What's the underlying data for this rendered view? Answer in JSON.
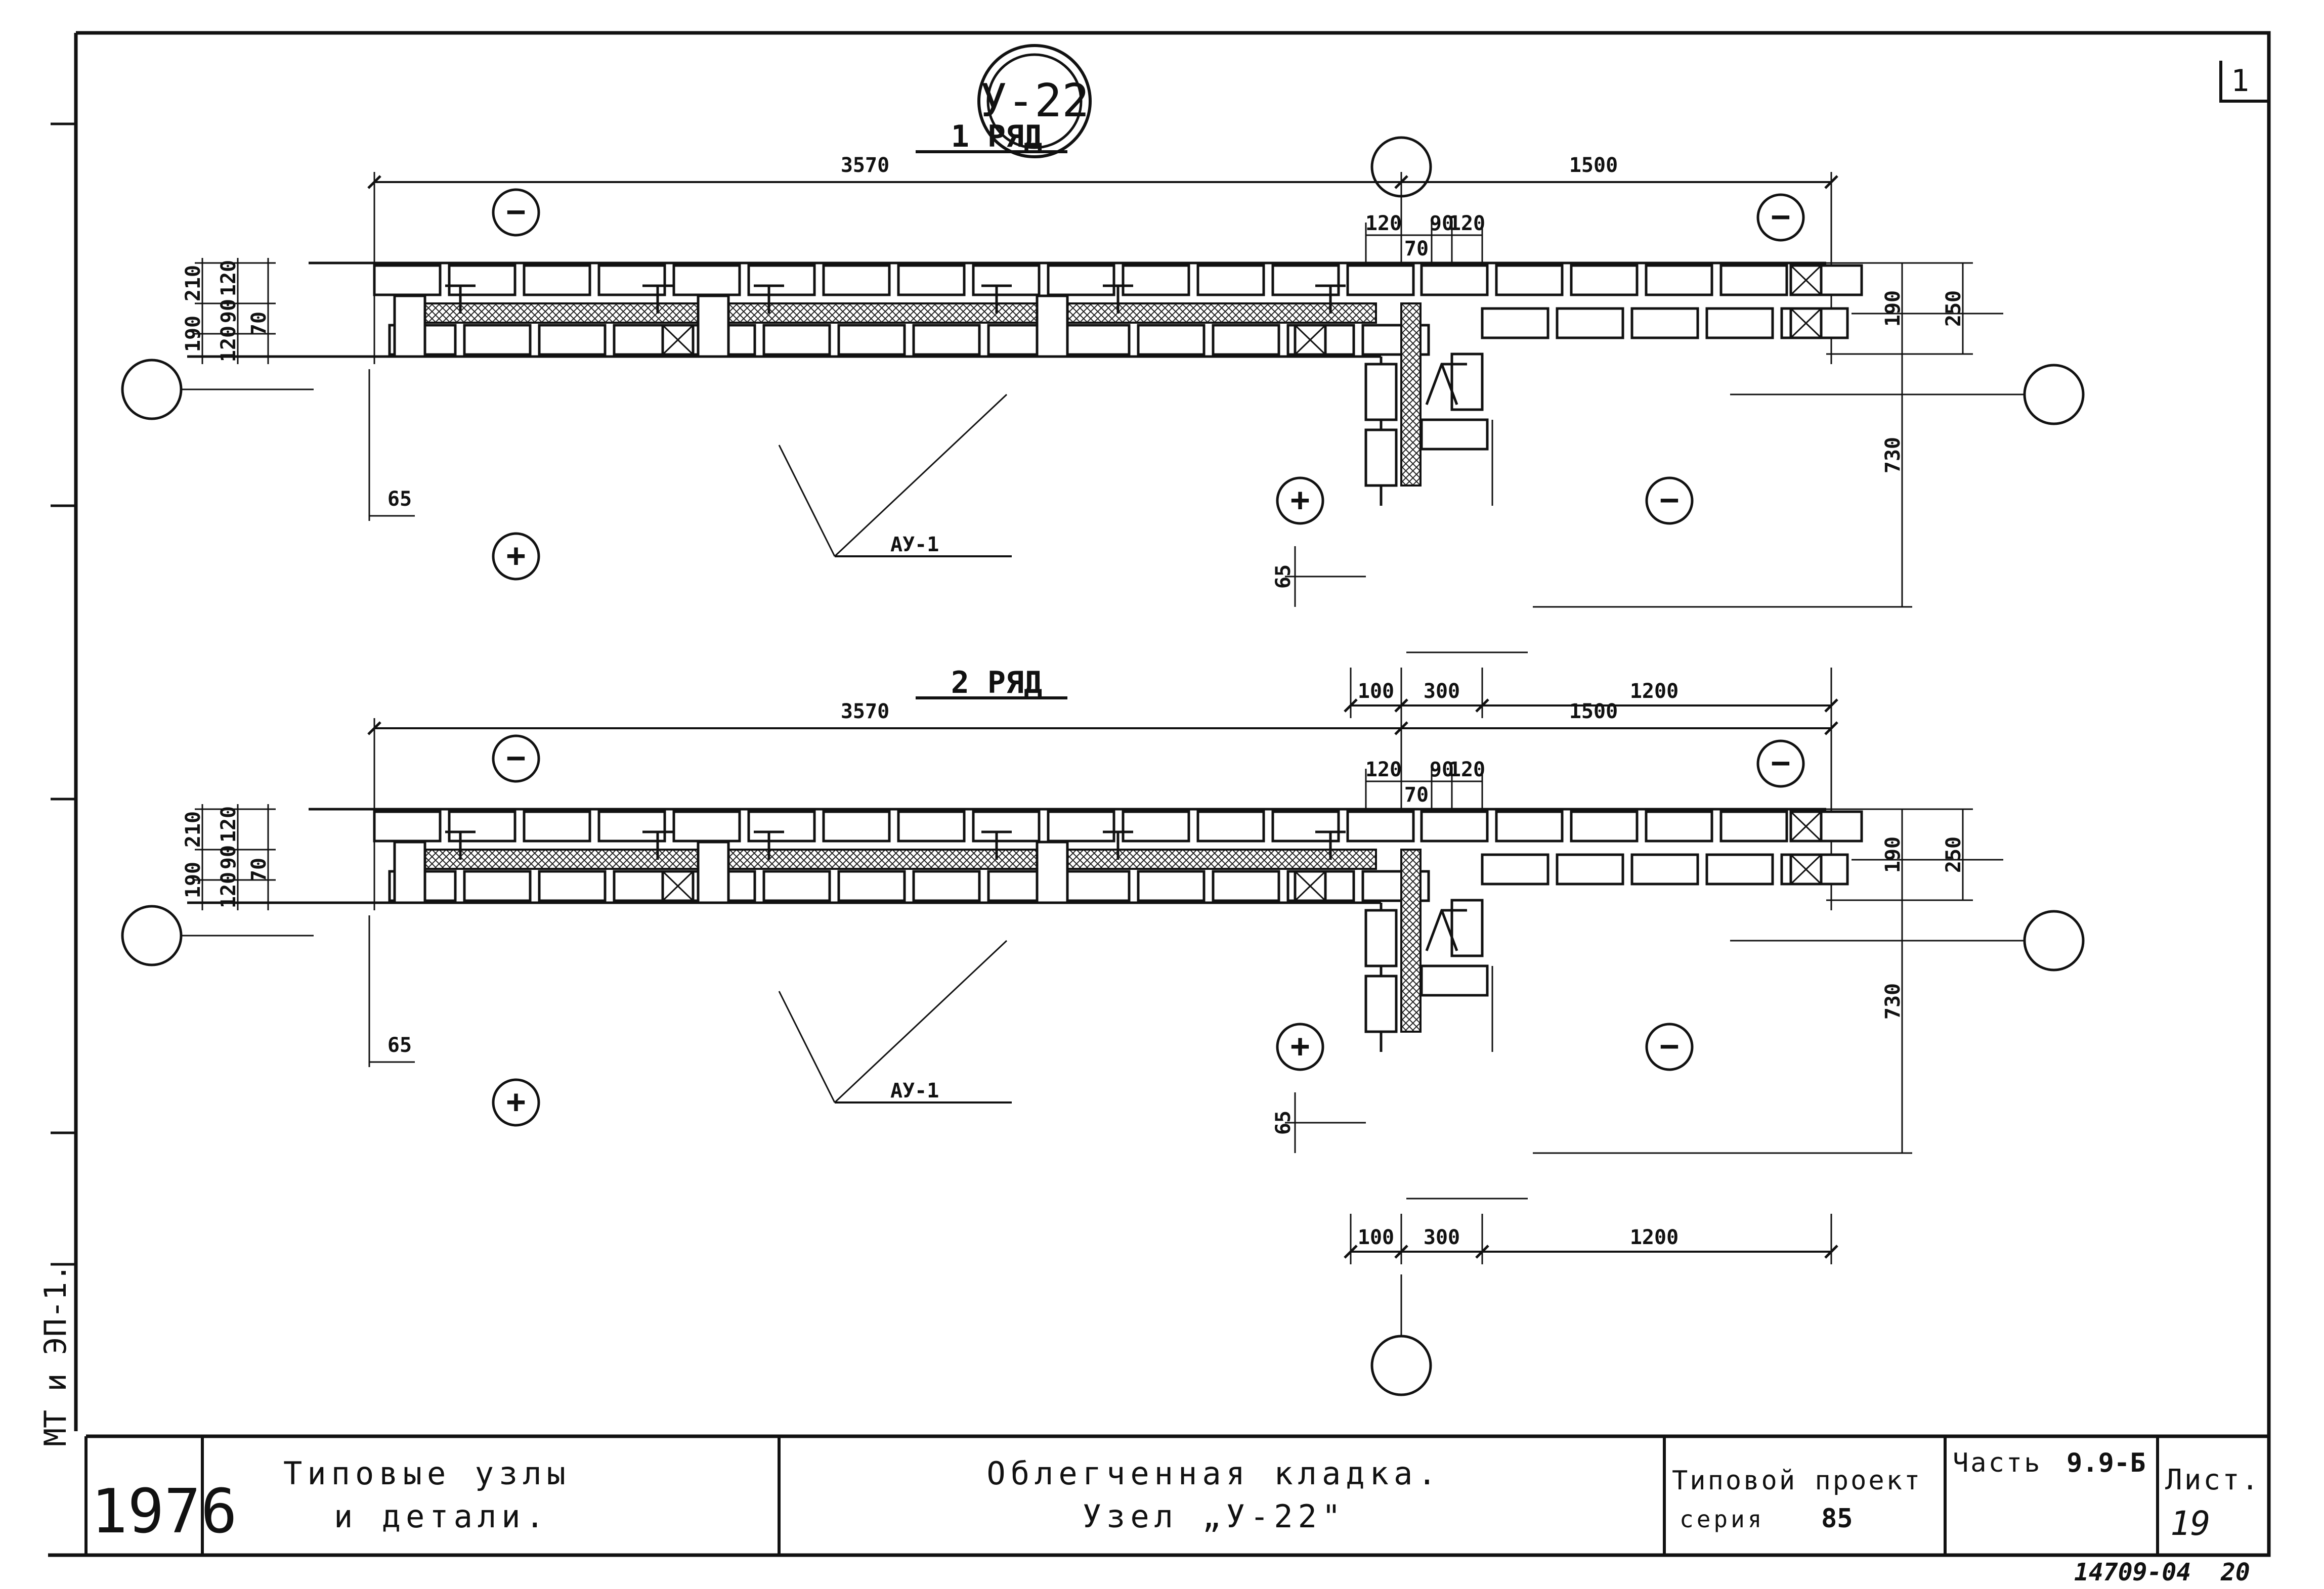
{
  "sheet_corner_mark": "1",
  "node_badge": "У-22",
  "rows": [
    {
      "title": "1 РЯД",
      "dims_top": [
        "3570",
        "1500"
      ],
      "dims_corner": [
        "120",
        "90",
        "120",
        "70"
      ],
      "dims_left": [
        "210",
        "190",
        "120",
        "90",
        "120",
        "70"
      ],
      "dims_right": [
        "190",
        "250",
        "730"
      ],
      "dims_bottom": [
        "100",
        "300",
        "1200"
      ],
      "dim_65_left": "65",
      "dim_65_corner": "65",
      "callout": "АУ-1",
      "signs": [
        "−",
        "−",
        "+",
        "+",
        "−"
      ]
    },
    {
      "title": "2 РЯД",
      "dims_top": [
        "3570",
        "1500"
      ],
      "dims_corner": [
        "120",
        "90",
        "120",
        "70"
      ],
      "dims_left": [
        "210",
        "190",
        "120",
        "90",
        "120",
        "70"
      ],
      "dims_right": [
        "190",
        "250",
        "730"
      ],
      "dims_bottom": [
        "100",
        "300",
        "1200"
      ],
      "dim_65_left": "65",
      "dim_65_corner": "65",
      "callout": "АУ-1",
      "signs": [
        "−",
        "−",
        "+",
        "+",
        "−"
      ]
    }
  ],
  "margin_text": "МТ и ЭП-1.",
  "title_block": {
    "year": "1976",
    "doc_type_line1": "Типовые узлы",
    "doc_type_line2": "и детали.",
    "title_line1": "Облегченная кладка.",
    "title_line2": "Узел „У-22\"",
    "project_line1": "Типовой проект",
    "project_series_label": "серия",
    "project_series_value": "85",
    "part_label": "Часть",
    "part_value": "9.9-Б",
    "sheet_label": "Лист.",
    "sheet_value": "19"
  },
  "footer_code": "14709-04",
  "footer_page": "20"
}
